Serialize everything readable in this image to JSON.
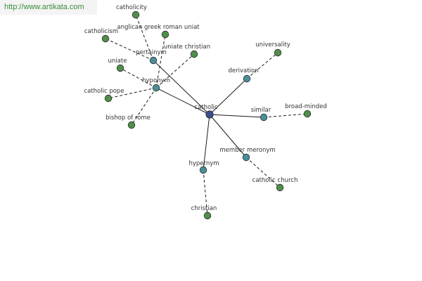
{
  "banner": {
    "url": "http://www.artikata.com"
  },
  "graph": {
    "center": {
      "label": "catholic"
    },
    "relations": [
      {
        "id": "pertainym",
        "label": "pertainym"
      },
      {
        "id": "hyponym",
        "label": "hyponym"
      },
      {
        "id": "derivation",
        "label": "derivation"
      },
      {
        "id": "similar",
        "label": "similar"
      },
      {
        "id": "member_meronym",
        "label": "member meronym"
      },
      {
        "id": "hypernym",
        "label": "hypernym"
      }
    ],
    "terms": [
      {
        "id": "catholicity",
        "label": "catholicity",
        "relation": "pertainym"
      },
      {
        "id": "catholicism",
        "label": "catholicism",
        "relation": "pertainym"
      },
      {
        "id": "anglican",
        "label": "anglican greek roman uniat",
        "relation": "hyponym"
      },
      {
        "id": "uniate_christian",
        "label": "uniate christian",
        "relation": "hyponym"
      },
      {
        "id": "uniate",
        "label": "uniate",
        "relation": "hyponym"
      },
      {
        "id": "catholic_pope",
        "label": "catholic pope",
        "relation": "hyponym"
      },
      {
        "id": "bishop_of_rome",
        "label": "bishop of rome",
        "relation": "hyponym"
      },
      {
        "id": "universality",
        "label": "universality",
        "relation": "derivation"
      },
      {
        "id": "broad_minded",
        "label": "broad-minded",
        "relation": "similar"
      },
      {
        "id": "catholic_church",
        "label": "catholic church",
        "relation": "member_meronym"
      },
      {
        "id": "christian",
        "label": "christian",
        "relation": "hypernym"
      }
    ],
    "colors": {
      "center": "#3a4f8c",
      "relation": "#4a8f98",
      "term": "#4f8f4a",
      "edge": "#1a1a1a",
      "label": "#333333"
    }
  }
}
